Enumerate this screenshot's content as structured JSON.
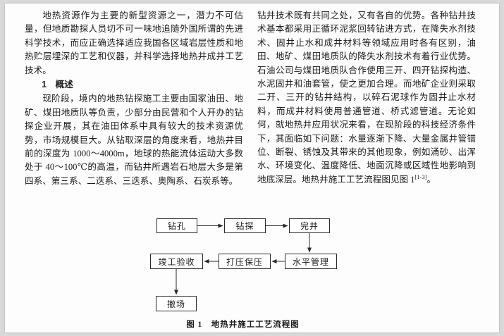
{
  "colors": {
    "canvas_bg": "#d9d9d9",
    "page_bg": "#fdfdfd",
    "text": "#1c1c1c",
    "box_border": "#2a2a2a"
  },
  "left_column": {
    "para1": "地热资源作为主要的新型资源之一，潜力不可估量，但地质勘探人员切不可一味地追随外国所谓的先进科学技术，而应正确选择适应我国各区域岩层性质和地热贮层埋深的工艺和仪器，并科学选择地热井成井工艺技术。",
    "heading": "1　概述",
    "para2": "现阶段，境内的地热钻探施工主要由国家油田、地矿、煤田地质队等负责，少部分由民营和个人开办的钻探企业开展，其在油田体系中具有较大的技术资源优势，市场规模巨大。从钻取深层的角度来看，地热井目前的深度为 1000～4000m，地球的热能流体运动大多数处于 40～100℃的高温，而钻井所遇岩石地层大多是第四系、第三系、二迭系、三迭系、奥陶系、石炭系等。"
  },
  "right_column": {
    "para1": "钻井技术既有共同之处，又有各自的优势。各种钻井技术基本都采用正循环泥浆回转钻进方式，在降失水剂技术、固井止水和成井材料等领域应用时各有区别，油田、地矿、煤田地质队的降失水剂技术有着行业优势。石油公司与煤田地质队合作使用三开、四开钻探构造、水泥固井和油套管，使之更加合理。而地矿企业则采取二开、三开的钻井结构，以碎石泥球作为固井止水材料，而成井材料使用普通管道、桥式滤管道。无论如何，就地热井应用状况来看，在现阶段的科技经济条件下，其面临如下问题：水量逐渐下降、大量金属井管错位、断裂、锈蚀及其带来的其他现象，例如涌砂、出浑水、环境变化、温度降低、地面沉降或区域性地影响到地底深层。地热井施工工艺流程图见图 1",
    "ref_sup": "[1-3]",
    "para1_end": "。"
  },
  "flowchart": {
    "node_drilling": "钻孔",
    "node_exploration": "钻探",
    "node_completion": "完井",
    "node_level_management": "水平管理",
    "node_pressure_holding": "打压保压",
    "node_acceptance": "竣工验收",
    "node_withdrawal": "撤场",
    "caption": "图 1　地热井施工工艺流程图"
  }
}
